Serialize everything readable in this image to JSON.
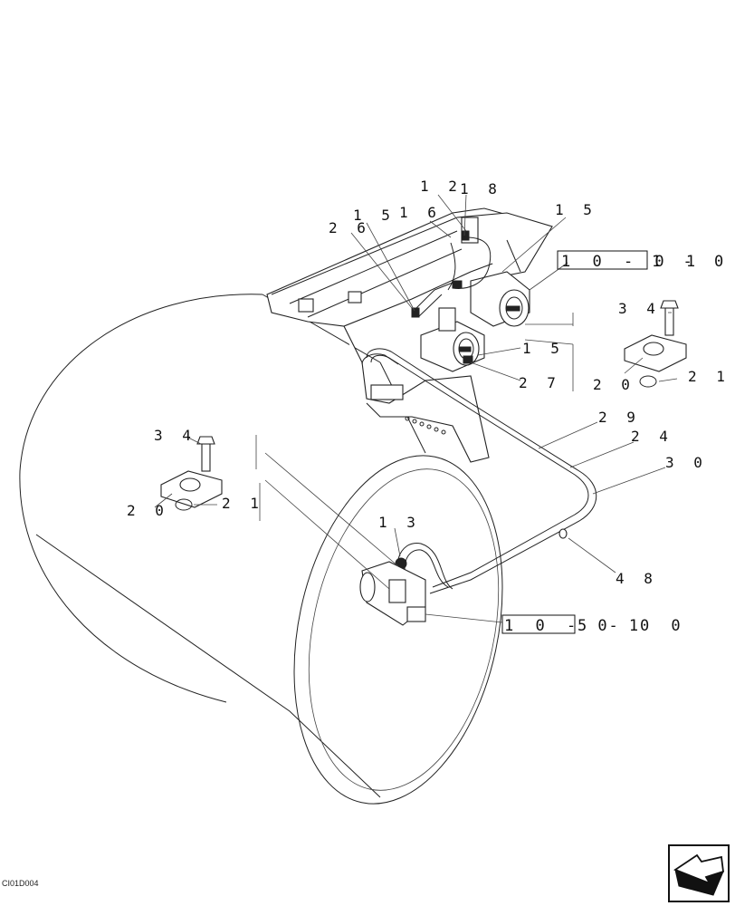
{
  "diagram": {
    "callouts": {
      "c12": "1 2",
      "c18": "1 8",
      "c15a": "1 5",
      "c16": "1 6",
      "c15b": "1 5",
      "c26": "2 6",
      "c15c": "1 5",
      "c27": "2 7",
      "c34a": "3 4",
      "c20a": "2 0",
      "c21a": "2 1",
      "c29": "2 9",
      "c24": "2 4",
      "c30": "3 0",
      "c34b": "3 4",
      "c20b": "2 0",
      "c21b": "2 1",
      "c13": "1 3",
      "c48": "4 8"
    },
    "references": {
      "ref_top_boxed": "1 0 - 0 1",
      "ref_top_rest": "1 - 0 0",
      "ref_bottom_boxed": "1 0 - 0 1",
      "ref_bottom_rest": "5 - 0 0"
    },
    "drawing_code": "CI01D004"
  },
  "navigation": {
    "icon": "next-page-arrow-icon"
  }
}
